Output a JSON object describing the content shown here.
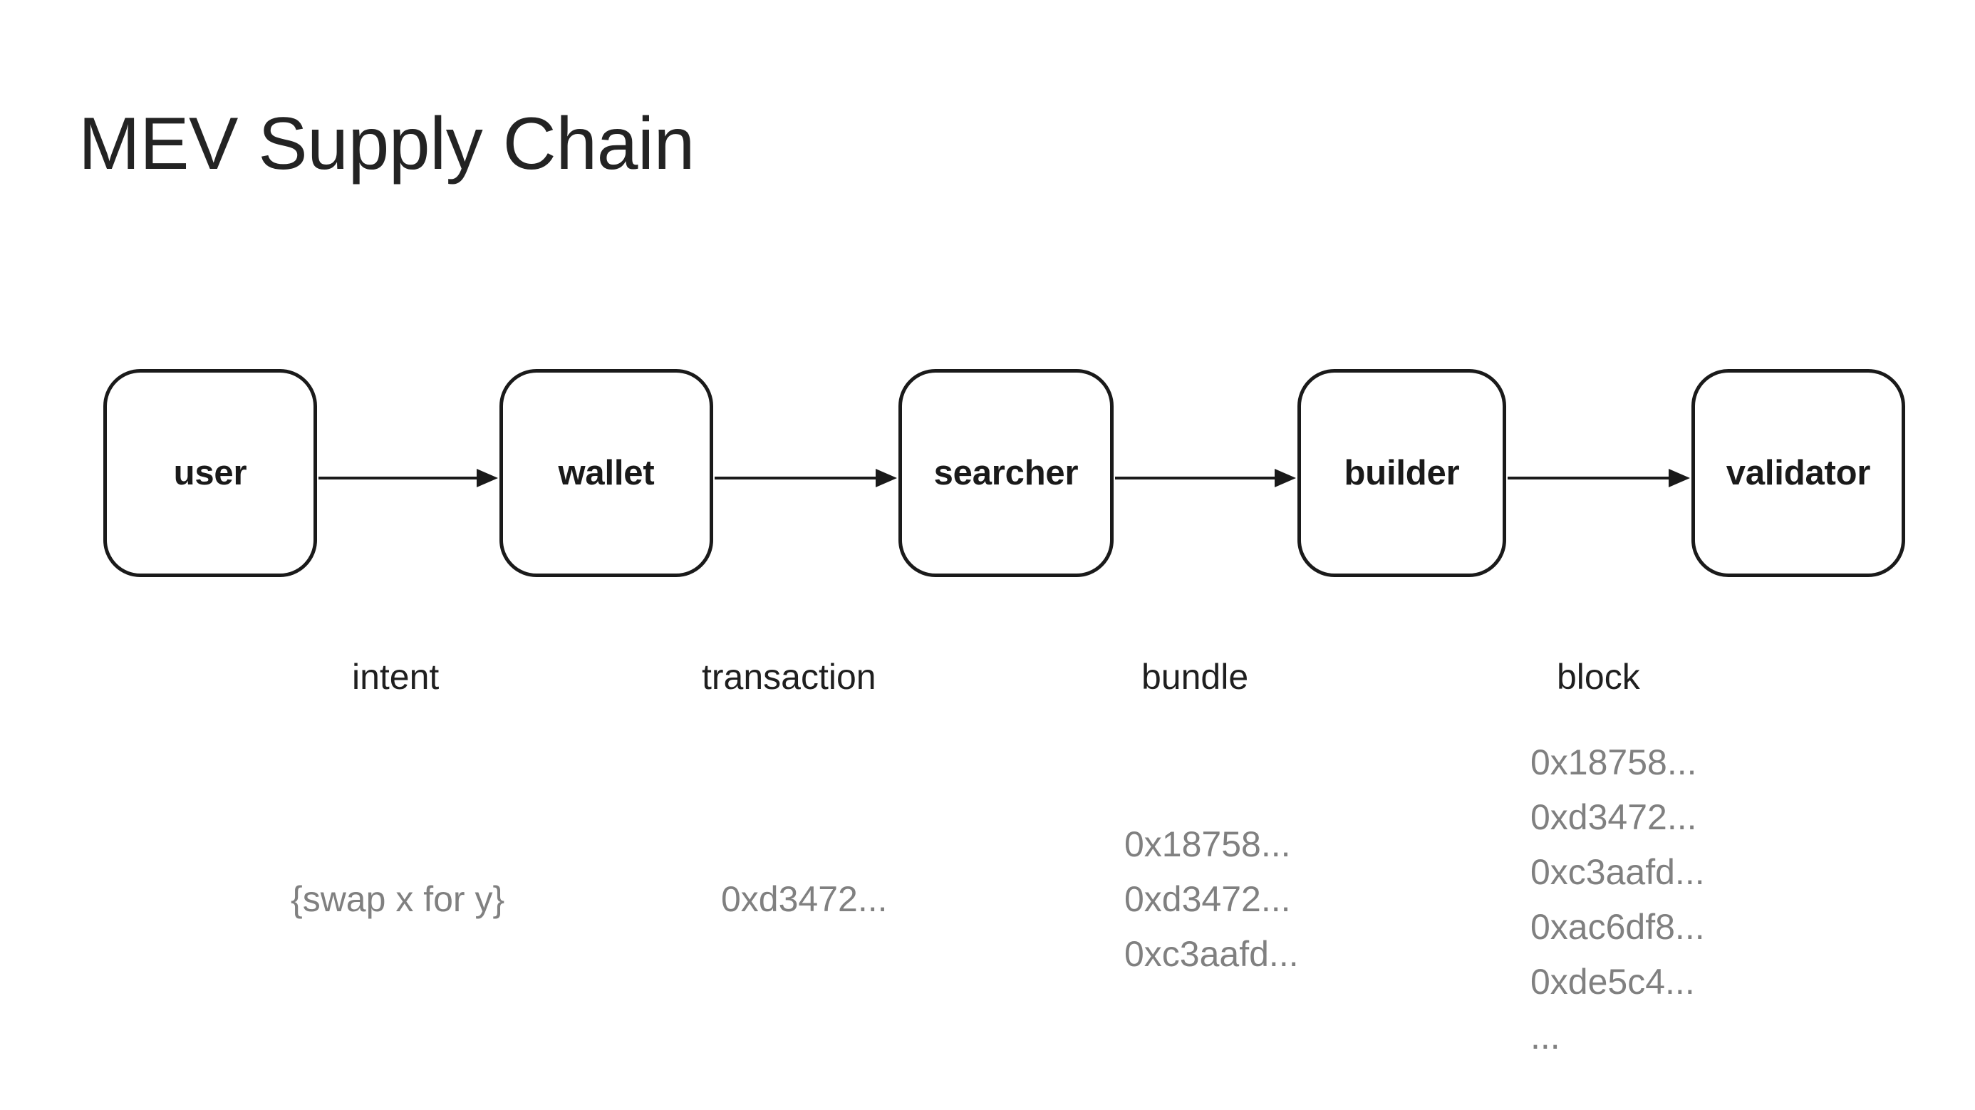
{
  "page": {
    "title": "MEV Supply Chain",
    "background_color": "#ffffff",
    "node_border_color": "#1a1a1a",
    "node_text_color": "#1a1a1a",
    "edge_label_color": "#1f1f1f",
    "payload_text_color": "#808080"
  },
  "diagram": {
    "type": "flow",
    "direction": "left-to-right",
    "nodes": [
      {
        "id": "user",
        "label": "user"
      },
      {
        "id": "wallet",
        "label": "wallet"
      },
      {
        "id": "searcher",
        "label": "searcher"
      },
      {
        "id": "builder",
        "label": "builder"
      },
      {
        "id": "validator",
        "label": "validator"
      }
    ],
    "edges": [
      {
        "from": "user",
        "to": "wallet",
        "label": "intent"
      },
      {
        "from": "wallet",
        "to": "searcher",
        "label": "transaction"
      },
      {
        "from": "searcher",
        "to": "builder",
        "label": "bundle"
      },
      {
        "from": "builder",
        "to": "validator",
        "label": "block"
      }
    ],
    "payloads": [
      {
        "for_edge": "intent",
        "lines": [
          "{swap x for y}"
        ]
      },
      {
        "for_edge": "transaction",
        "lines": [
          "0xd3472..."
        ]
      },
      {
        "for_edge": "bundle",
        "lines": [
          "0x18758...",
          "0xd3472...",
          "0xc3aafd..."
        ]
      },
      {
        "for_edge": "block",
        "lines": [
          "0x18758...",
          "0xd3472...",
          "0xc3aafd...",
          "0xac6df8...",
          "0xde5c4...",
          "..."
        ]
      }
    ]
  }
}
